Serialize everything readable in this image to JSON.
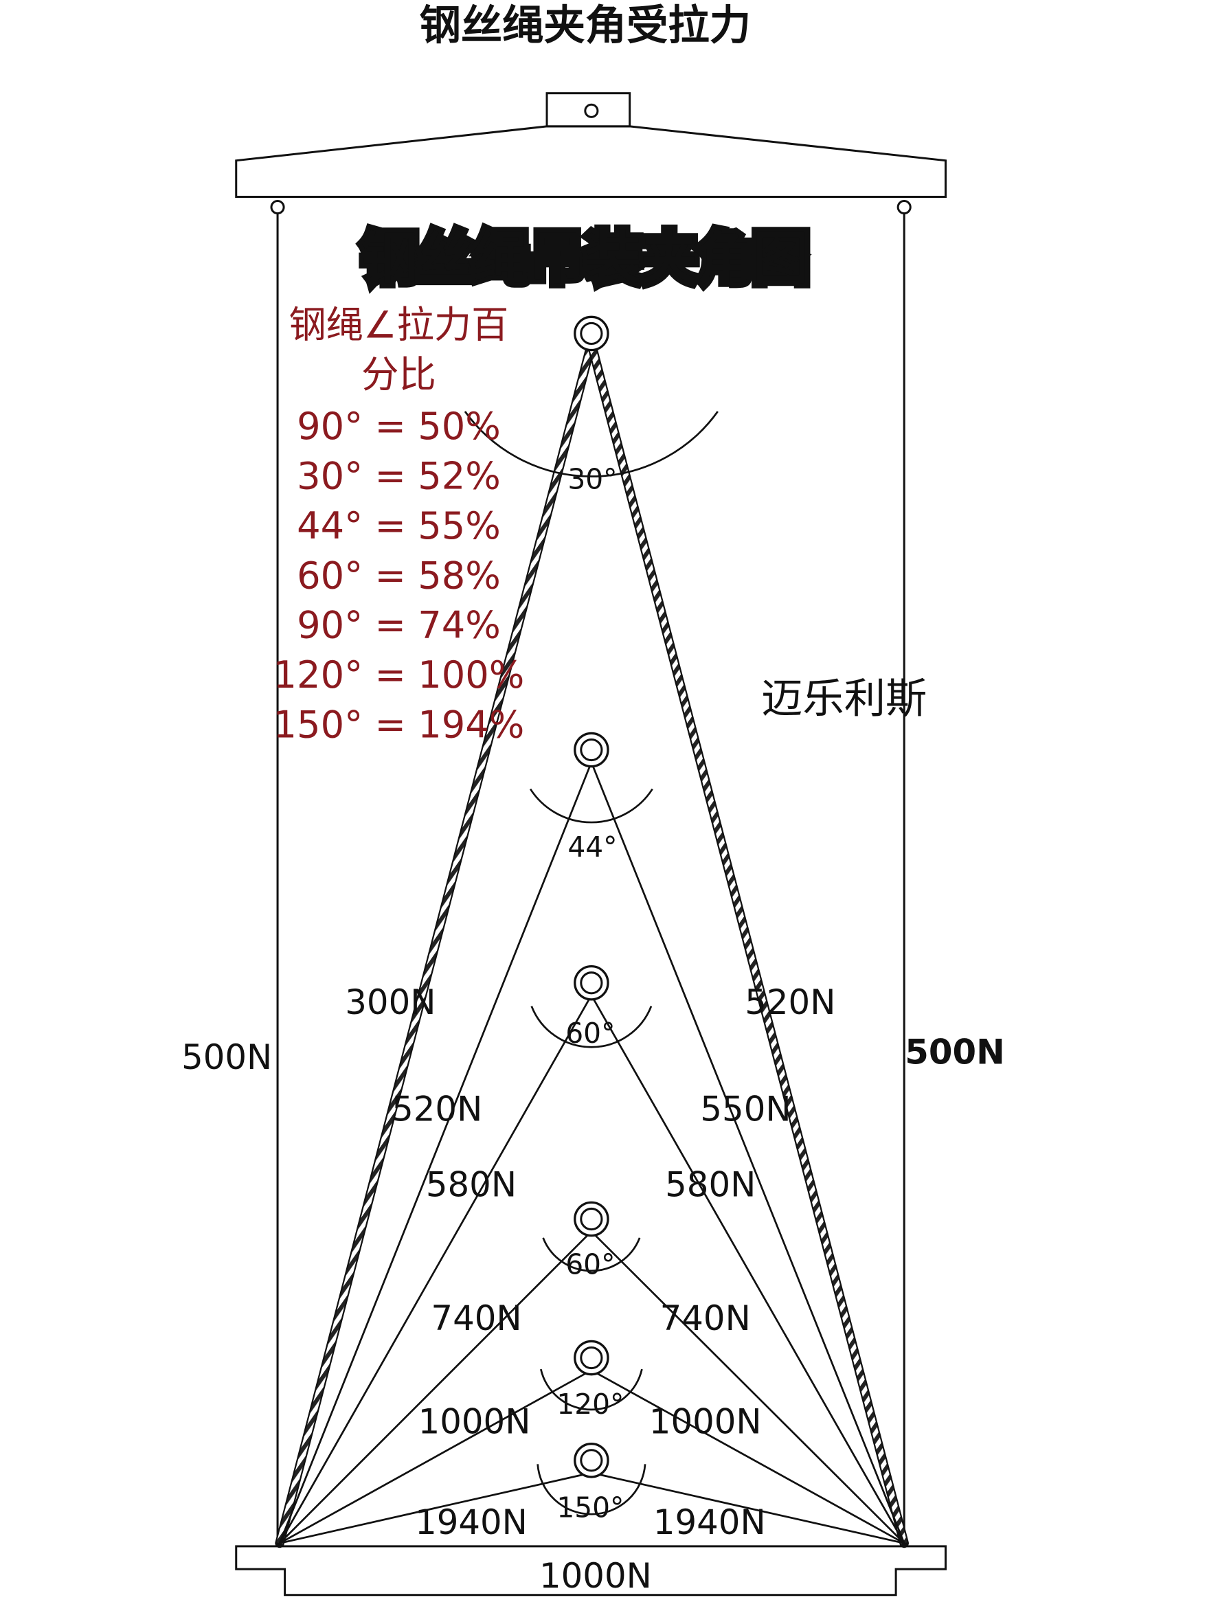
{
  "title": "钢丝绳夹角受拉力",
  "subtitle": "钢丝绳吊装夹角图",
  "watermark": "迈乐利斯",
  "legend": {
    "heading_line1": "钢绳∠拉力百",
    "heading_line2": "分比",
    "color": "#8b1a1f",
    "rows": [
      "90° = 50%",
      "30° = 52%",
      "44° = 55%",
      "60° = 58%",
      "90° = 74%",
      "120° = 100%",
      "150° = 194%"
    ]
  },
  "angles": [
    "30°",
    "44°",
    "60°",
    "60°",
    "120°",
    "150°"
  ],
  "forces": {
    "vertical_left": "500N",
    "vertical_right": "500N",
    "bottom_load": "1000N",
    "sling_30_left": "300N",
    "sling_30_right": "520N",
    "sling_44_left": "520N",
    "sling_44_right": "550N",
    "sling_60a_left": "580N",
    "sling_60a_right": "580N",
    "sling_60b_left": "740N",
    "sling_60b_right": "740N",
    "sling_120_left": "1000N",
    "sling_120_right": "1000N",
    "sling_150_left": "1940N",
    "sling_150_right": "1940N"
  }
}
